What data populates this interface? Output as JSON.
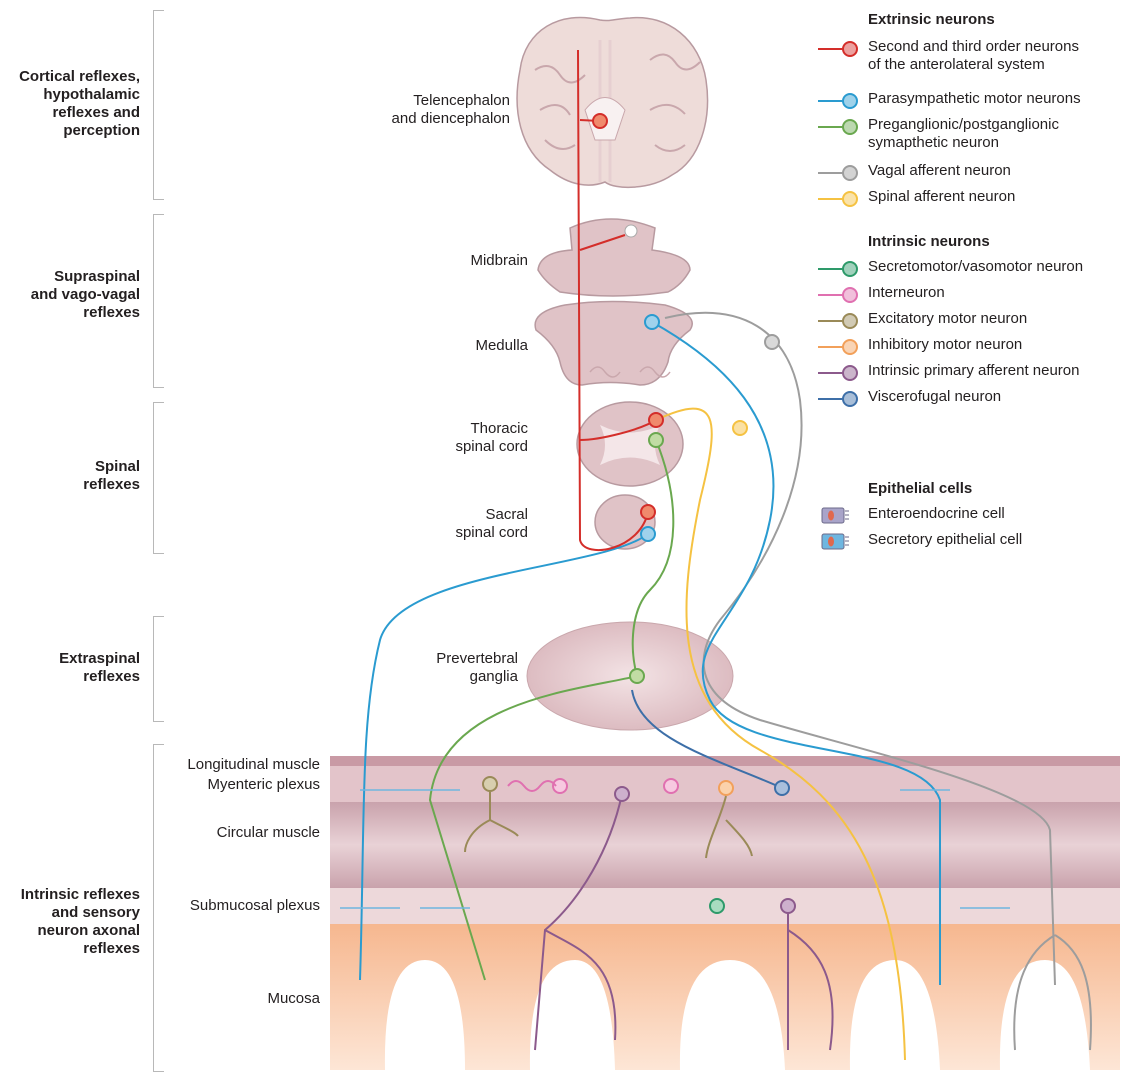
{
  "left_groups": [
    {
      "label": "Cortical reflexes,\nhypothalamic\nreflexes and\nperception"
    },
    {
      "label": "Supraspinal\nand vago-vagal\nreflexes"
    },
    {
      "label": "Spinal\nreflexes"
    },
    {
      "label": "Extraspinal\nreflexes"
    },
    {
      "label": "Intrinsic reflexes\nand sensory\nneuron axonal\nreflexes"
    }
  ],
  "cns_labels": {
    "telencephalon": "Telencephalon\nand diencephalon",
    "midbrain": "Midbrain",
    "medulla": "Medulla",
    "thoracic": "Thoracic\nspinal cord",
    "sacral": "Sacral\nspinal cord",
    "prevertebral": "Prevertebral\nganglia"
  },
  "gut_layers": {
    "longitudinal": "Longitudinal muscle",
    "myenteric": "Myenteric plexus",
    "circular": "Circular muscle",
    "submucosal": "Submucosal plexus",
    "mucosa": "Mucosa"
  },
  "legend": {
    "extrinsic_title": "Extrinsic neurons",
    "extrinsic": [
      {
        "label": "Second and third order neurons\nof the anterolateral system",
        "color": "#d42e2a"
      },
      {
        "label": "Parasympathetic motor neurons",
        "color": "#2a9bd0"
      },
      {
        "label": "Preganglionic/postganglionic\nsymapthetic neuron",
        "color": "#6aa84f"
      },
      {
        "label": "Vagal afferent neuron",
        "color": "#9d9d9d"
      },
      {
        "label": "Spinal afferent neuron",
        "color": "#f5c242"
      }
    ],
    "intrinsic_title": "Intrinsic neurons",
    "intrinsic": [
      {
        "label": "Secretomotor/vasomotor neuron",
        "color": "#2e9a6a"
      },
      {
        "label": "Interneuron",
        "color": "#e070b0"
      },
      {
        "label": "Excitatory motor neuron",
        "color": "#9a8a58"
      },
      {
        "label": "Inhibitory motor neuron",
        "color": "#f2a05a"
      },
      {
        "label": "Intrinsic primary afferent neuron",
        "color": "#8c5a8c"
      },
      {
        "label": "Viscerofugal neuron",
        "color": "#3d6fa8"
      }
    ],
    "epithelial_title": "Epithelial cells",
    "epithelial": [
      {
        "label": "Enteroendocrine cell",
        "color": "#a9a4c9"
      },
      {
        "label": "Secretory epithelial cell",
        "color": "#6fb6e0"
      }
    ]
  }
}
